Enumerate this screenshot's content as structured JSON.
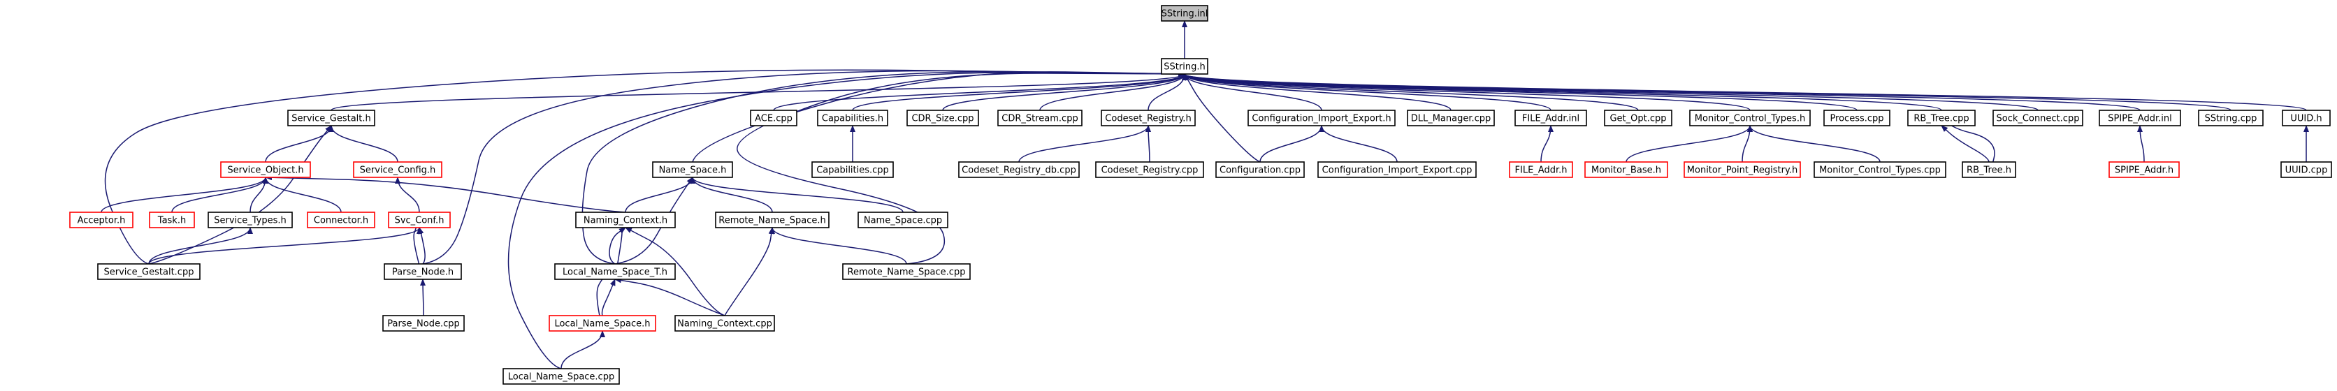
{
  "diagram": {
    "arrow_color": "#191970",
    "missing_doc_border_color": "#ff0000",
    "root_fill_color": "#bfbfbf",
    "nodes": [
      {
        "id": "sstring_inl",
        "label": "SString.inl",
        "root": true
      },
      {
        "id": "sstring_h",
        "label": "SString.h"
      },
      {
        "id": "service_gestalt_h",
        "label": "Service_Gestalt.h"
      },
      {
        "id": "ace_cpp",
        "label": "ACE.cpp"
      },
      {
        "id": "capabilities_h",
        "label": "Capabilities.h"
      },
      {
        "id": "cdr_size_cpp",
        "label": "CDR_Size.cpp"
      },
      {
        "id": "cdr_stream_cpp",
        "label": "CDR_Stream.cpp"
      },
      {
        "id": "codeset_registry_h",
        "label": "Codeset_Registry.h"
      },
      {
        "id": "config_import_export_h",
        "label": "Configuration_Import_Export.h"
      },
      {
        "id": "dll_manager_cpp",
        "label": "DLL_Manager.cpp"
      },
      {
        "id": "file_addr_inl",
        "label": "FILE_Addr.inl"
      },
      {
        "id": "get_opt_cpp",
        "label": "Get_Opt.cpp"
      },
      {
        "id": "monitor_control_types_h",
        "label": "Monitor_Control_Types.h"
      },
      {
        "id": "process_cpp",
        "label": "Process.cpp"
      },
      {
        "id": "rb_tree_cpp",
        "label": "RB_Tree.cpp"
      },
      {
        "id": "sock_connect_cpp",
        "label": "Sock_Connect.cpp"
      },
      {
        "id": "spipe_addr_inl",
        "label": "SPIPE_Addr.inl"
      },
      {
        "id": "sstring_cpp",
        "label": "SString.cpp"
      },
      {
        "id": "uuid_h",
        "label": "UUID.h"
      },
      {
        "id": "service_object_h",
        "label": "Service_Object.h",
        "undocumented": true
      },
      {
        "id": "service_config_h",
        "label": "Service_Config.h",
        "undocumented": true
      },
      {
        "id": "name_space_h",
        "label": "Name_Space.h"
      },
      {
        "id": "capabilities_cpp",
        "label": "Capabilities.cpp"
      },
      {
        "id": "codeset_registry_db_cpp",
        "label": "Codeset_Registry_db.cpp"
      },
      {
        "id": "codeset_registry_cpp",
        "label": "Codeset_Registry.cpp"
      },
      {
        "id": "configuration_cpp",
        "label": "Configuration.cpp"
      },
      {
        "id": "config_import_export_cpp",
        "label": "Configuration_Import_Export.cpp"
      },
      {
        "id": "file_addr_h",
        "label": "FILE_Addr.h",
        "undocumented": true
      },
      {
        "id": "monitor_base_h",
        "label": "Monitor_Base.h",
        "undocumented": true
      },
      {
        "id": "monitor_point_registry_h",
        "label": "Monitor_Point_Registry.h",
        "undocumented": true
      },
      {
        "id": "monitor_control_types_cpp",
        "label": "Monitor_Control_Types.cpp"
      },
      {
        "id": "rb_tree_h",
        "label": "RB_Tree.h"
      },
      {
        "id": "spipe_addr_h",
        "label": "SPIPE_Addr.h",
        "undocumented": true
      },
      {
        "id": "uuid_cpp",
        "label": "UUID.cpp"
      },
      {
        "id": "acceptor_h",
        "label": "Acceptor.h",
        "undocumented": true
      },
      {
        "id": "task_h",
        "label": "Task.h",
        "undocumented": true
      },
      {
        "id": "service_types_h",
        "label": "Service_Types.h"
      },
      {
        "id": "connector_h",
        "label": "Connector.h",
        "undocumented": true
      },
      {
        "id": "svc_conf_h",
        "label": "Svc_Conf.h",
        "undocumented": true
      },
      {
        "id": "naming_context_h",
        "label": "Naming_Context.h"
      },
      {
        "id": "remote_name_space_h",
        "label": "Remote_Name_Space.h"
      },
      {
        "id": "name_space_cpp",
        "label": "Name_Space.cpp"
      },
      {
        "id": "service_gestalt_cpp",
        "label": "Service_Gestalt.cpp"
      },
      {
        "id": "parse_node_h",
        "label": "Parse_Node.h"
      },
      {
        "id": "local_name_space_t_h",
        "label": "Local_Name_Space_T.h"
      },
      {
        "id": "remote_name_space_cpp",
        "label": "Remote_Name_Space.cpp"
      },
      {
        "id": "local_name_space_h",
        "label": "Local_Name_Space.h",
        "undocumented": true
      },
      {
        "id": "naming_context_cpp",
        "label": "Naming_Context.cpp"
      },
      {
        "id": "parse_node_cpp",
        "label": "Parse_Node.cpp"
      },
      {
        "id": "local_name_space_cpp",
        "label": "Local_Name_Space.cpp"
      }
    ],
    "edges": [
      [
        "sstring_inl",
        "sstring_h"
      ],
      [
        "sstring_h",
        "service_gestalt_h"
      ],
      [
        "sstring_h",
        "ace_cpp"
      ],
      [
        "sstring_h",
        "capabilities_h"
      ],
      [
        "sstring_h",
        "cdr_size_cpp"
      ],
      [
        "sstring_h",
        "cdr_stream_cpp"
      ],
      [
        "sstring_h",
        "codeset_registry_h"
      ],
      [
        "sstring_h",
        "config_import_export_h"
      ],
      [
        "sstring_h",
        "dll_manager_cpp"
      ],
      [
        "sstring_h",
        "file_addr_inl"
      ],
      [
        "sstring_h",
        "get_opt_cpp"
      ],
      [
        "sstring_h",
        "monitor_control_types_h"
      ],
      [
        "sstring_h",
        "process_cpp"
      ],
      [
        "sstring_h",
        "rb_tree_cpp"
      ],
      [
        "sstring_h",
        "sock_connect_cpp"
      ],
      [
        "sstring_h",
        "spipe_addr_inl"
      ],
      [
        "sstring_h",
        "sstring_cpp"
      ],
      [
        "sstring_h",
        "uuid_h"
      ],
      [
        "sstring_h",
        "name_space_h"
      ],
      [
        "sstring_h",
        "configuration_cpp"
      ],
      [
        "sstring_h",
        "service_gestalt_cpp"
      ],
      [
        "sstring_h",
        "parse_node_h"
      ],
      [
        "sstring_h",
        "local_name_space_t_h"
      ],
      [
        "sstring_h",
        "remote_name_space_cpp"
      ],
      [
        "sstring_h",
        "local_name_space_cpp"
      ],
      [
        "service_gestalt_h",
        "service_object_h"
      ],
      [
        "service_gestalt_h",
        "service_config_h"
      ],
      [
        "service_gestalt_h",
        "service_gestalt_cpp"
      ],
      [
        "capabilities_h",
        "capabilities_cpp"
      ],
      [
        "codeset_registry_h",
        "codeset_registry_db_cpp"
      ],
      [
        "codeset_registry_h",
        "codeset_registry_cpp"
      ],
      [
        "config_import_export_h",
        "configuration_cpp"
      ],
      [
        "config_import_export_h",
        "config_import_export_cpp"
      ],
      [
        "file_addr_inl",
        "file_addr_h"
      ],
      [
        "monitor_control_types_h",
        "monitor_base_h"
      ],
      [
        "monitor_control_types_h",
        "monitor_point_registry_h"
      ],
      [
        "monitor_control_types_h",
        "monitor_control_types_cpp"
      ],
      [
        "rb_tree_cpp",
        "rb_tree_h"
      ],
      [
        "rb_tree_h",
        "rb_tree_cpp"
      ],
      [
        "spipe_addr_inl",
        "spipe_addr_h"
      ],
      [
        "uuid_h",
        "uuid_cpp"
      ],
      [
        "service_object_h",
        "acceptor_h"
      ],
      [
        "service_object_h",
        "task_h"
      ],
      [
        "service_object_h",
        "service_types_h"
      ],
      [
        "service_object_h",
        "connector_h"
      ],
      [
        "service_object_h",
        "naming_context_h"
      ],
      [
        "service_config_h",
        "svc_conf_h"
      ],
      [
        "service_types_h",
        "service_gestalt_cpp"
      ],
      [
        "svc_conf_h",
        "service_gestalt_cpp"
      ],
      [
        "svc_conf_h",
        "parse_node_h"
      ],
      [
        "parse_node_h",
        "svc_conf_h"
      ],
      [
        "parse_node_h",
        "parse_node_cpp"
      ],
      [
        "name_space_h",
        "naming_context_h"
      ],
      [
        "name_space_h",
        "remote_name_space_h"
      ],
      [
        "name_space_h",
        "name_space_cpp"
      ],
      [
        "name_space_h",
        "local_name_space_t_h"
      ],
      [
        "naming_context_h",
        "local_name_space_t_h"
      ],
      [
        "local_name_space_t_h",
        "naming_context_h"
      ],
      [
        "local_name_space_t_h",
        "local_name_space_h"
      ],
      [
        "local_name_space_h",
        "local_name_space_t_h"
      ],
      [
        "local_name_space_t_h",
        "naming_context_cpp"
      ],
      [
        "local_name_space_h",
        "local_name_space_cpp"
      ],
      [
        "remote_name_space_h",
        "remote_name_space_cpp"
      ],
      [
        "remote_name_space_h",
        "naming_context_cpp"
      ],
      [
        "naming_context_h",
        "naming_context_cpp"
      ]
    ]
  }
}
